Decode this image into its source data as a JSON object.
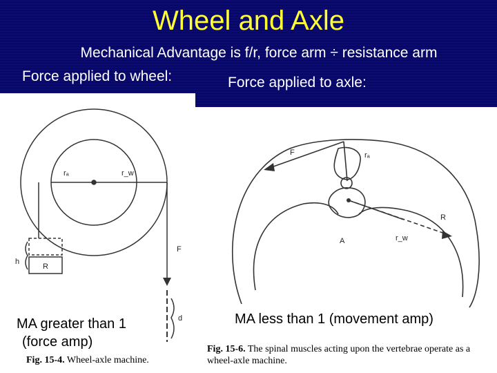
{
  "title": "Wheel and Axle",
  "subtitle": "Mechanical Advantage is f/r, force arm ÷ resistance arm",
  "left_panel": {
    "heading": "Force applied to wheel:",
    "ma_text_line1": "MA greater than 1",
    "ma_text_line2": "(force amp)",
    "caption_number": "Fig. 15-4.",
    "caption_text": "Wheel-axle machine.",
    "figure_labels": {
      "ra": "rₐ",
      "rw": "r_w",
      "F": "F",
      "h": "h",
      "R": "R",
      "d": "d"
    }
  },
  "right_panel": {
    "heading": "Force applied to axle:",
    "ma_text": "MA less than 1 (movement amp)",
    "caption_number": "Fig. 15-6.",
    "caption_text": "The spinal muscles acting upon the vertebrae operate as a wheel-axle machine.",
    "figure_labels": {
      "F": "F",
      "ra": "rₐ",
      "R": "R",
      "A": "A",
      "rw": "r_w"
    }
  },
  "colors": {
    "background": "#0b0b6e",
    "title": "#ffff33",
    "text": "#ffffff",
    "panel": "#ffffff"
  }
}
